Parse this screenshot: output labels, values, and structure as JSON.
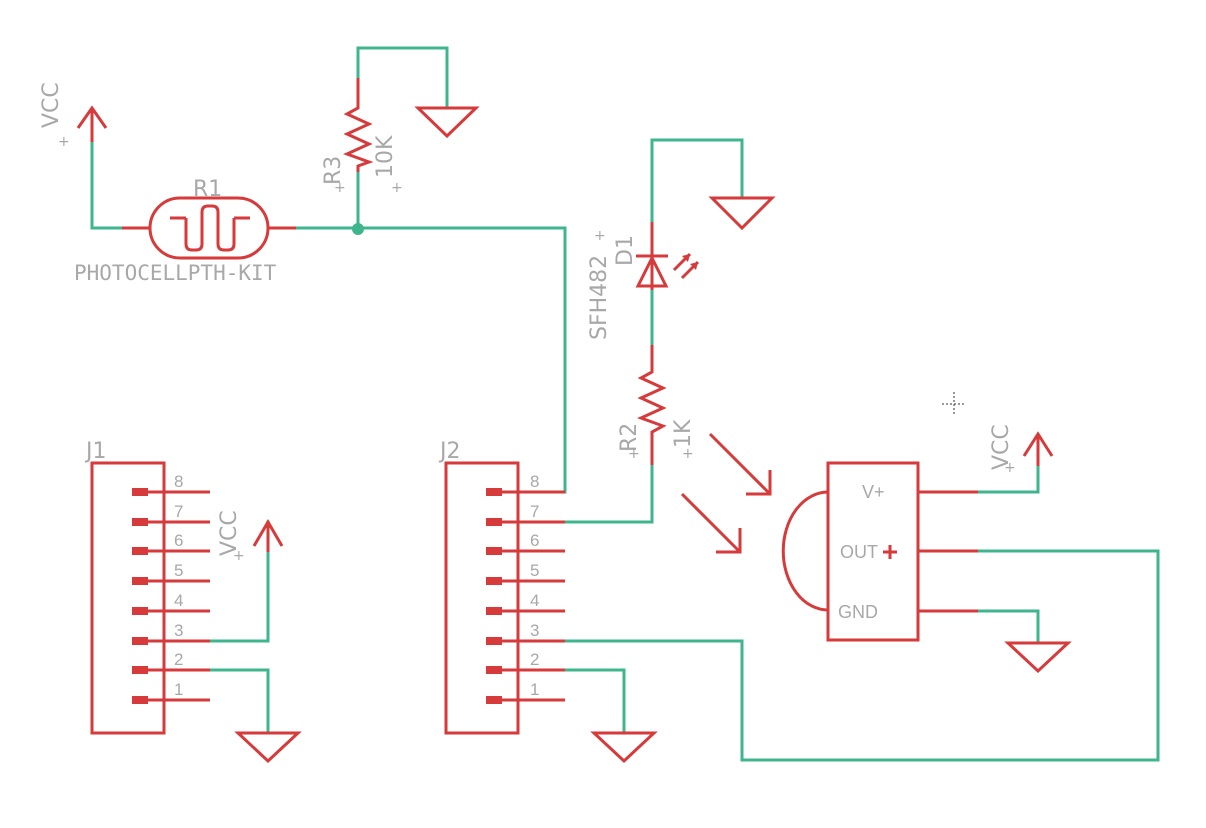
{
  "power": {
    "vcc_label": "VCC"
  },
  "photocell": {
    "name": "R1",
    "value": "PHOTOCELLPTH-KIT"
  },
  "resistor_r3": {
    "name": "R3",
    "value": "10K"
  },
  "resistor_r2": {
    "name": "R2",
    "value": "1K"
  },
  "diode": {
    "name": "D1",
    "value": "SFH482"
  },
  "connector_j1": {
    "name": "J1",
    "pins": [
      "8",
      "7",
      "6",
      "5",
      "4",
      "3",
      "2",
      "1"
    ]
  },
  "connector_j2": {
    "name": "J2",
    "pins": [
      "8",
      "7",
      "6",
      "5",
      "4",
      "3",
      "2",
      "1"
    ]
  },
  "ir_receiver": {
    "pin_vplus": "V+",
    "pin_out": "OUT",
    "pin_gnd": "GND"
  },
  "colors": {
    "wire": "#3fb58e",
    "part": "#d63a3a",
    "label": "#a8a8a8"
  }
}
